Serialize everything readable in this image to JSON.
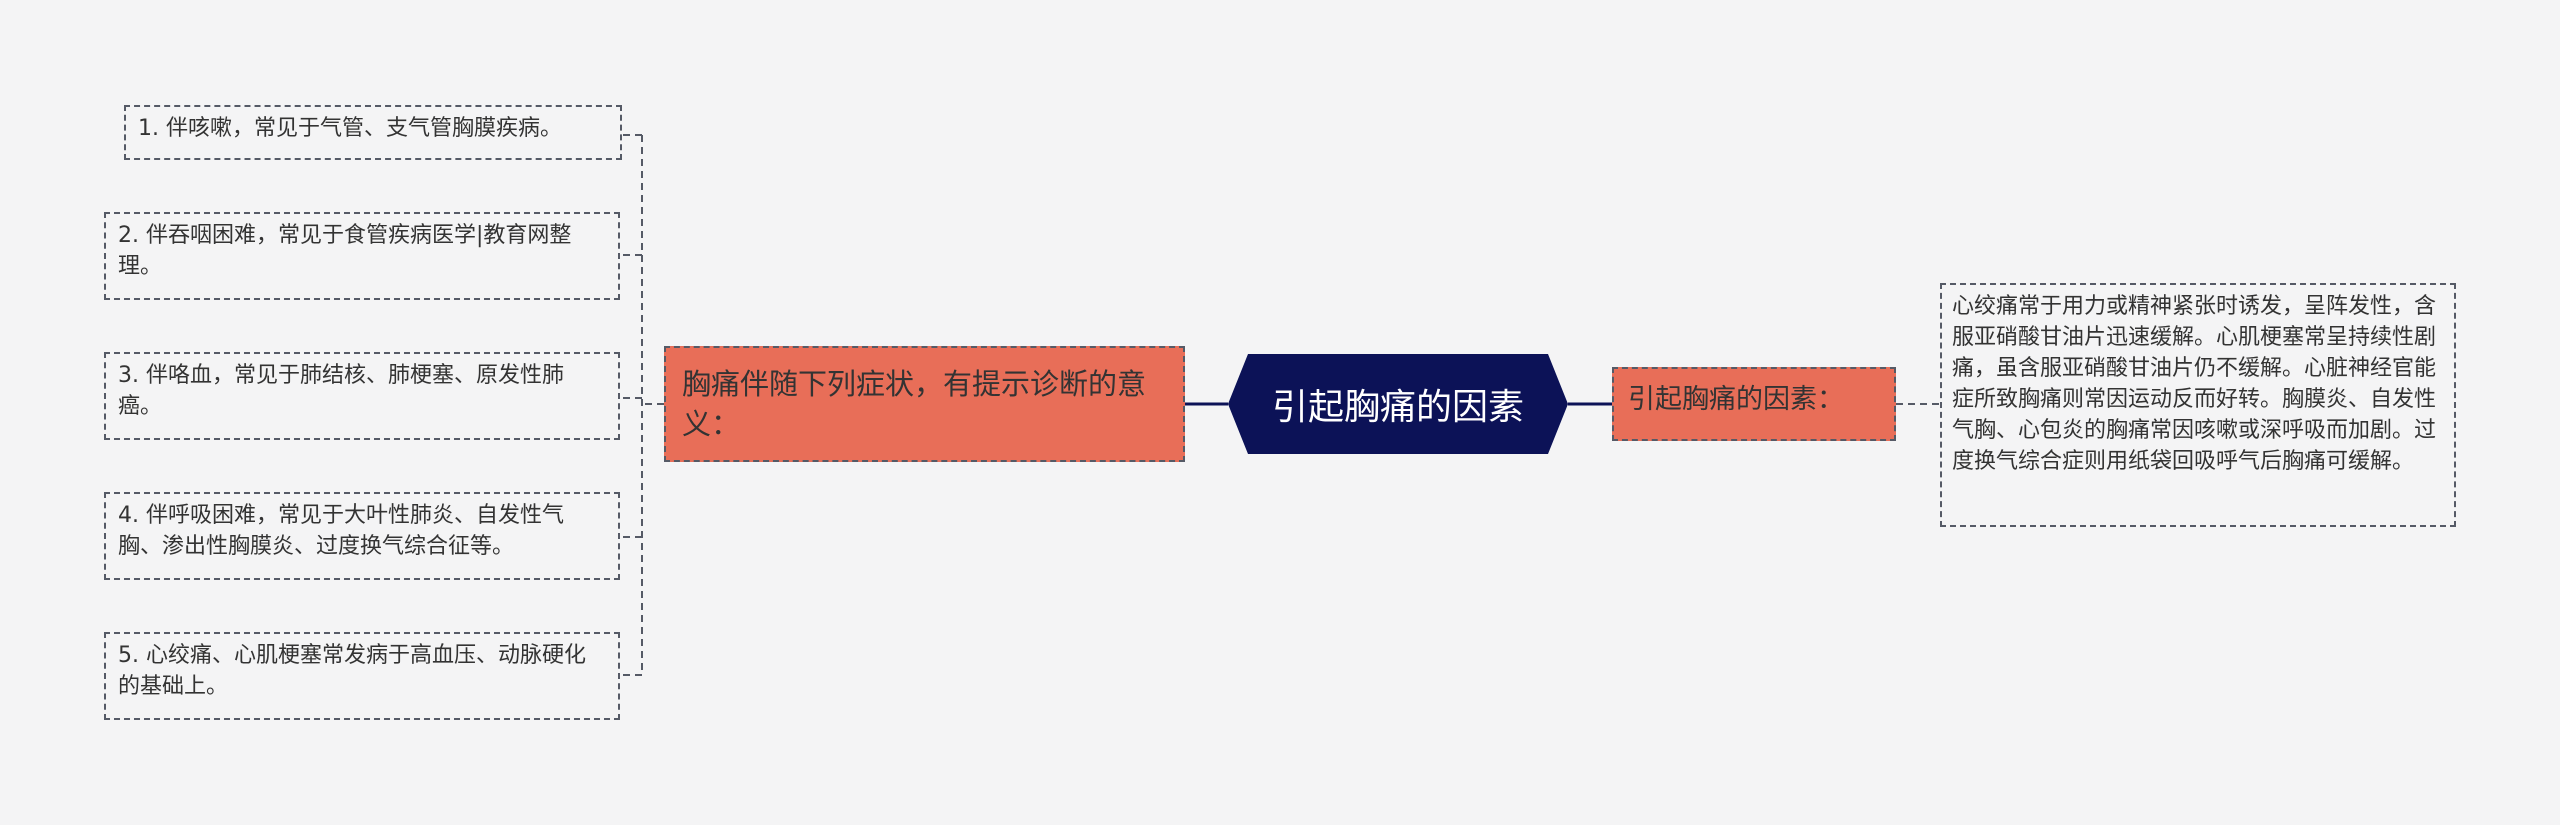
{
  "colors": {
    "background": "#f4f4f5",
    "root_fill": "#0c1257",
    "branch_fill": "#e86e58",
    "line": "#0c1257",
    "dashed_line": "#555a66"
  },
  "root": {
    "label": "引起胸痛的因素"
  },
  "left_branch": {
    "label": "胸痛伴随下列症状，有提示诊断的意义：",
    "items": [
      "1. 伴咳嗽，常见于气管、支气管胸膜疾病。",
      "2. 伴吞咽困难，常见于食管疾病医学|教育网整理。",
      "3. 伴咯血，常见于肺结核、肺梗塞、原发性肺癌。",
      "4. 伴呼吸困难，常见于大叶性肺炎、自发性气胸、渗出性胸膜炎、过度换气综合征等。",
      "5. 心绞痛、心肌梗塞常发病于高血压、动脉硬化的基础上。"
    ]
  },
  "right_branch": {
    "label": "引起胸痛的因素：",
    "items": [
      "心绞痛常于用力或精神紧张时诱发，呈阵发性，含服亚硝酸甘油片迅速缓解。心肌梗塞常呈持续性剧痛，虽含服亚硝酸甘油片仍不缓解。心脏神经官能症所致胸痛则常因运动反而好转。胸膜炎、自发性气胸、心包炎的胸痛常因咳嗽或深呼吸而加剧。过度换气综合症则用纸袋回吸呼气后胸痛可缓解。"
    ]
  }
}
